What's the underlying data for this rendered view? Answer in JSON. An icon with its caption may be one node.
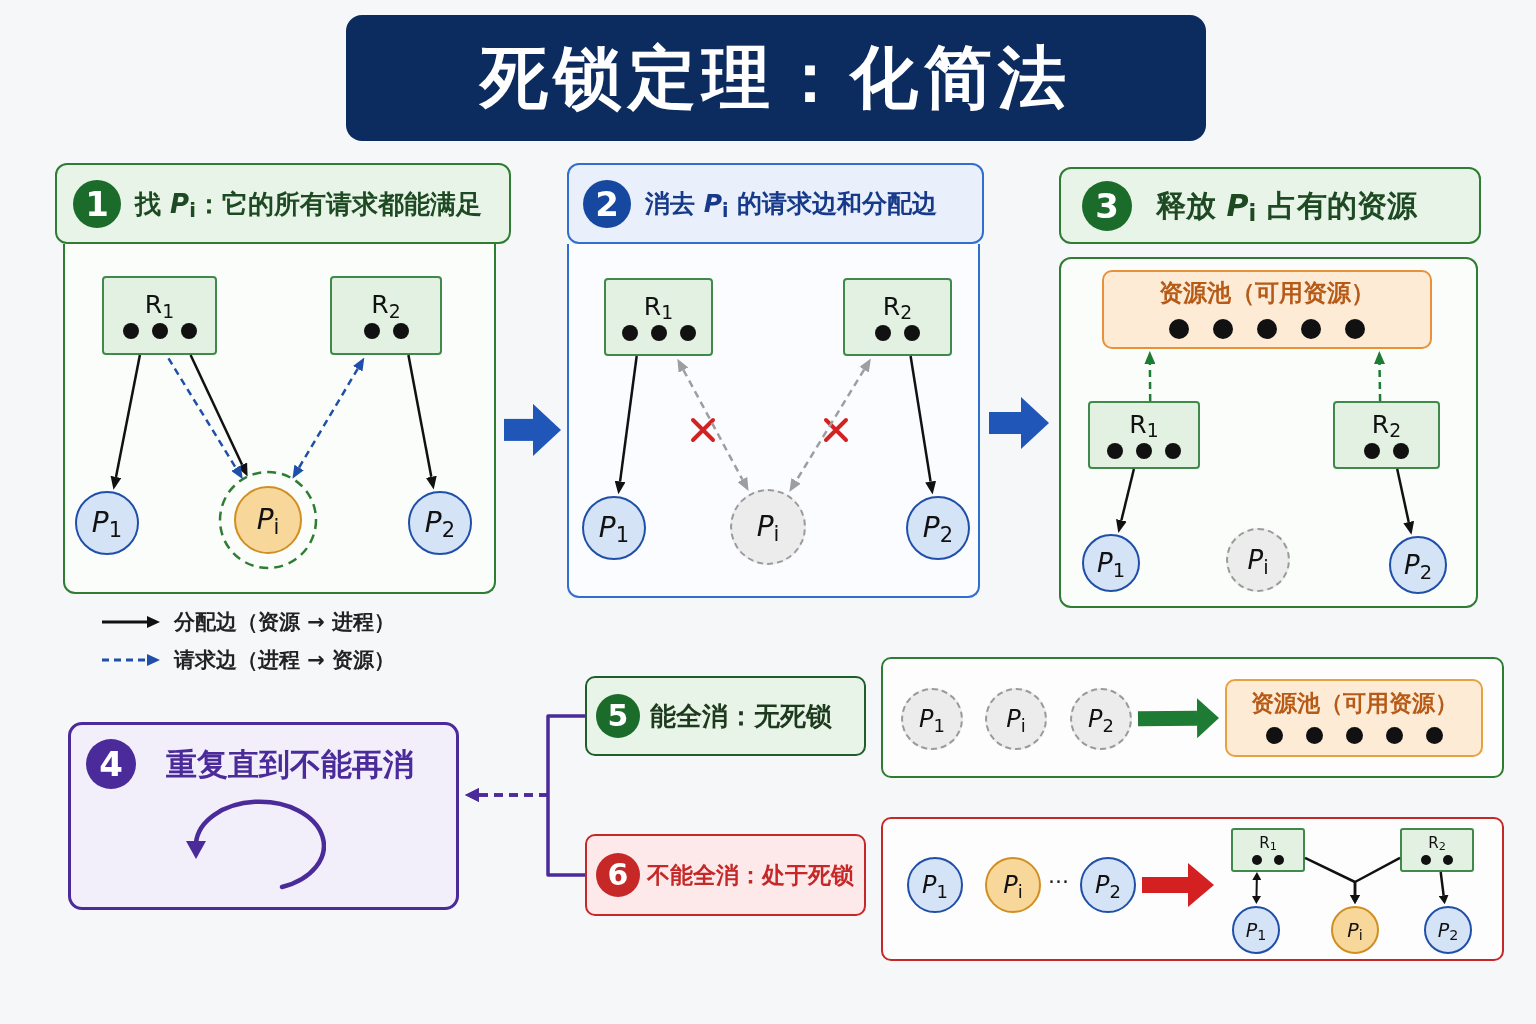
{
  "diagram": {
    "title": "死锁定理：化简法",
    "nodes": [
      {
        "text": [
          "1",
          "找 *P*$_{i}$：它的所有请求都能满足"
        ]
      },
      {
        "text": [],
        "shape": "box"
      },
      {
        "text": [
          "R$_{1}$"
        ],
        "in": 1
      },
      {
        "text": [
          "R$_{2}$"
        ],
        "in": 1
      },
      {
        "text": [
          "P$_{1}$"
        ],
        "in": 1
      },
      {
        "text": [
          "P$_{i}$"
        ],
        "in": 1
      },
      {
        "text": [
          "P$_{2}$"
        ],
        "in": 1
      },
      {
        "text": [
          "2",
          "消去 *P*$_{i}$ 的请求边和分配边"
        ]
      },
      {
        "text": [],
        "shape": "box"
      },
      {
        "text": [
          "R$_{1}$"
        ],
        "in": 8
      },
      {
        "text": [
          "R$_{2}$"
        ],
        "in": 8
      },
      {
        "text": [
          "P$_{1}$"
        ],
        "in": 8
      },
      {
        "text": [
          "P$_{i}$"
        ],
        "in": 8
      },
      {
        "text": [
          "P$_{2}$"
        ],
        "in": 8
      },
      {
        "text": [
          "3",
          "释放 *P*$_{i}$ 占有的资源"
        ]
      },
      {
        "text": [],
        "shape": "box"
      },
      {
        "text": [
          "资源池（可用资源）"
        ],
        "in": 15
      },
      {
        "text": [
          "R$_{1}$"
        ],
        "in": 15
      },
      {
        "text": [
          "R$_{2}$"
        ],
        "in": 15
      },
      {
        "text": [
          "P$_{1}$"
        ],
        "in": 15
      },
      {
        "text": [
          "P$_{i}$"
        ],
        "in": 15
      },
      {
        "text": [
          "P$_{2}$"
        ],
        "in": 15
      },
      {
        "text": [
          "4",
          "重复直到不能再消"
        ]
      },
      {
        "text": [
          "5",
          "能全消：无死锁"
        ]
      },
      {
        "text": [],
        "shape": "box"
      },
      {
        "text": [
          "P$_{1}$"
        ],
        "in": 24
      },
      {
        "text": [
          "P$_{i}$"
        ],
        "in": 24
      },
      {
        "text": [
          "P$_{2}$"
        ],
        "in": 24
      },
      {
        "text": [
          "资源池（可用资源）"
        ],
        "in": 24
      },
      {
        "text": [
          "6",
          "不能全消：处于死锁"
        ]
      },
      {
        "text": [],
        "shape": "box"
      },
      {
        "text": [
          "P$_{1}$"
        ],
        "in": 30
      },
      {
        "text": [
          "P$_{i}$"
        ],
        "in": 30
      },
      {
        "text": [
          "P$_{2}$"
        ],
        "in": 30
      },
      {
        "text": [
          "R$_{1}$"
        ],
        "in": 30
      },
      {
        "text": [
          "R$_{2}$"
        ],
        "in": 30
      },
      {
        "text": [
          "P$_{1}$"
        ],
        "in": 30
      },
      {
        "text": [
          "P$_{i}$"
        ],
        "in": 30
      },
      {
        "text": [
          "P$_{2}$"
        ],
        "in": 30
      }
    ],
    "edges": [
      {
        "from": 2,
        "to": 4,
        "arrow": "to"
      },
      {
        "from": 2,
        "to": 5,
        "arrow": "to"
      },
      {
        "from": 2,
        "to": 5,
        "arrow": "to",
        "style": "dashed",
        "color": "#1f4fa8"
      },
      {
        "from": 5,
        "to": 3,
        "arrow": "both",
        "style": "dashed",
        "color": "#1f4fa8"
      },
      {
        "from": 3,
        "to": 6,
        "arrow": "to"
      },
      {
        "from": 9,
        "to": 11,
        "arrow": "to"
      },
      {
        "from": 9,
        "to": 12,
        "arrow": "both",
        "style": "dashed",
        "color": "#9e9e9e"
      },
      {
        "from": 10,
        "to": 12,
        "arrow": "both",
        "style": "dashed",
        "color": "#9e9e9e"
      },
      {
        "from": 10,
        "to": 13,
        "arrow": "to"
      },
      {
        "from": 1,
        "to": 8,
        "arrow": "to",
        "style": "thick",
        "color": "#1f56b8"
      },
      {
        "from": 8,
        "to": 15,
        "arrow": "to",
        "style": "thick",
        "color": "#1f56b8"
      },
      {
        "from": 17,
        "to": 16,
        "arrow": "to",
        "style": "dashed",
        "color": "#1e7b34"
      },
      {
        "from": 18,
        "to": 16,
        "arrow": "to",
        "style": "dashed",
        "color": "#1e7b34"
      },
      {
        "from": 17,
        "to": 19,
        "arrow": "to"
      },
      {
        "from": 18,
        "to": 21,
        "arrow": "to"
      },
      {
        "from": 23,
        "to": 22,
        "arrow": "to",
        "style": "dashed",
        "color": "#4b2a99"
      },
      {
        "from": 29,
        "to": 22,
        "arrow": "to",
        "style": "dashed",
        "color": "#4b2a99"
      },
      {
        "from": 27,
        "to": 28,
        "arrow": "to",
        "style": "thick",
        "color": "#1e7b34"
      },
      {
        "from": 33,
        "to": 36,
        "arrow": "to",
        "style": "thick",
        "color": "#d42020"
      },
      {
        "from": 34,
        "to": 36,
        "arrow": "both"
      },
      {
        "from": 34,
        "to": 37,
        "arrow": "to"
      },
      {
        "from": 35,
        "to": 37,
        "arrow": "to"
      },
      {
        "from": 35,
        "to": 38,
        "arrow": "to"
      }
    ],
    "labels": [
      "···"
    ],
    "legend": [
      {
        "text": "分配边（资源 → 进程）"
      },
      {
        "text": "请求边（进程 → 资源）"
      }
    ]
  }
}
